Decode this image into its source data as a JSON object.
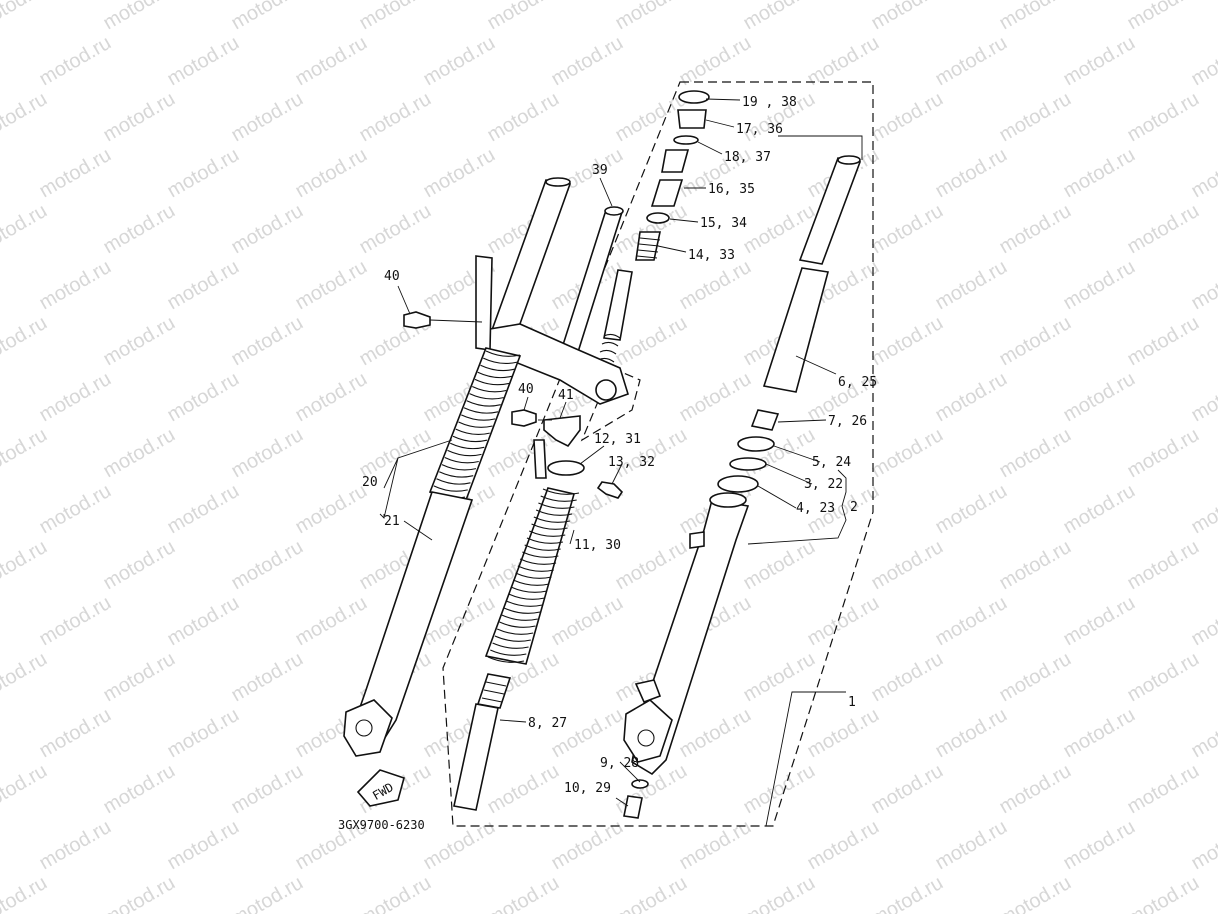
{
  "watermark": {
    "text": "motod.ru"
  },
  "diagram": {
    "code": "3GX9700-6230",
    "fwd_label": "FWD",
    "callouts": [
      {
        "id": "c-19-38",
        "text": "19 , 38"
      },
      {
        "id": "c-17-36",
        "text": "17, 36"
      },
      {
        "id": "c-18-37",
        "text": "18, 37"
      },
      {
        "id": "c-16-35",
        "text": "16, 35"
      },
      {
        "id": "c-15-34",
        "text": "15, 34"
      },
      {
        "id": "c-14-33",
        "text": "14, 33"
      },
      {
        "id": "c-39",
        "text": "39"
      },
      {
        "id": "c-40a",
        "text": "40"
      },
      {
        "id": "c-40b",
        "text": "40"
      },
      {
        "id": "c-41",
        "text": "41"
      },
      {
        "id": "c-12-31",
        "text": "12, 31"
      },
      {
        "id": "c-13-32",
        "text": "13, 32"
      },
      {
        "id": "c-20",
        "text": "20"
      },
      {
        "id": "c-21",
        "text": "21"
      },
      {
        "id": "c-11-30",
        "text": "11, 30"
      },
      {
        "id": "c-8-27",
        "text": "8, 27"
      },
      {
        "id": "c-9-28",
        "text": "9, 28"
      },
      {
        "id": "c-10-29",
        "text": "10, 29"
      },
      {
        "id": "c-6-25",
        "text": "6, 25"
      },
      {
        "id": "c-7-26",
        "text": "7, 26"
      },
      {
        "id": "c-5-24",
        "text": "5, 24"
      },
      {
        "id": "c-3-22",
        "text": "3, 22"
      },
      {
        "id": "c-4-23",
        "text": "4, 23"
      },
      {
        "id": "c-2",
        "text": "2"
      },
      {
        "id": "c-1",
        "text": "1"
      }
    ]
  }
}
